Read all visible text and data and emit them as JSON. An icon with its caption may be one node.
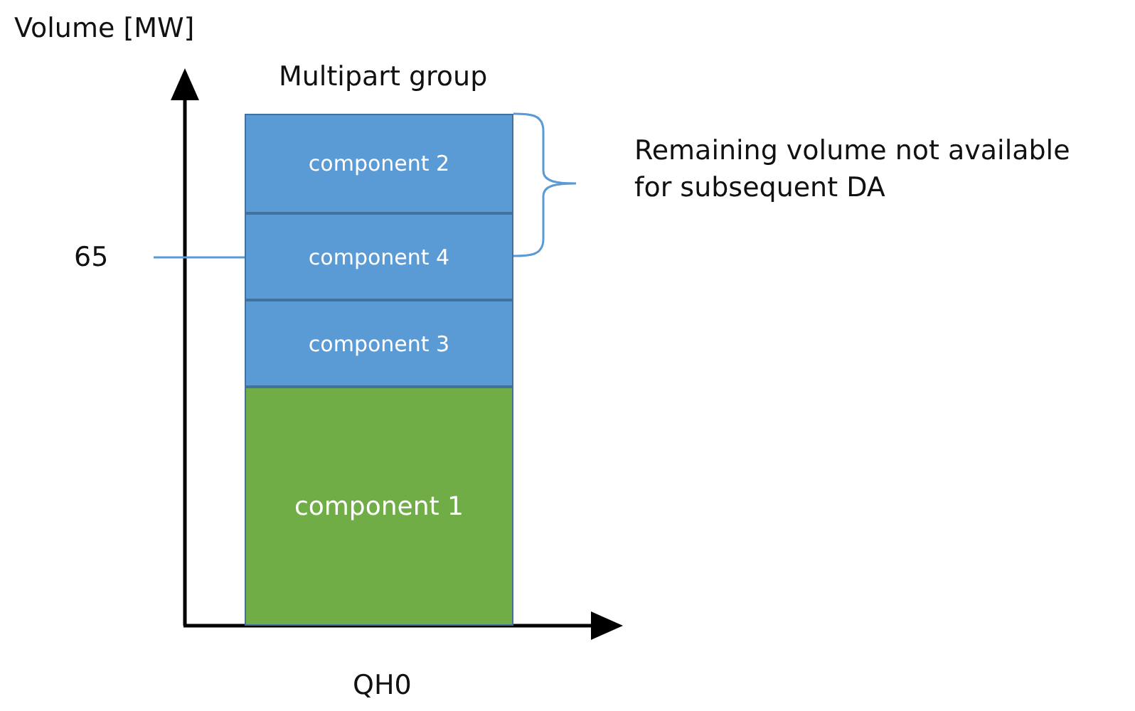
{
  "diagram": {
    "nodes": [
      {
        "text": [
          "component 2"
        ]
      },
      {
        "text": [
          "component 4"
        ]
      },
      {
        "text": [
          "component 3"
        ]
      },
      {
        "text": [
          "component 1"
        ]
      }
    ],
    "labels": [
      "Volume [MW]",
      "Multipart group",
      "Remaining volume not available for subsequent DA",
      "65",
      "QH0"
    ]
  }
}
